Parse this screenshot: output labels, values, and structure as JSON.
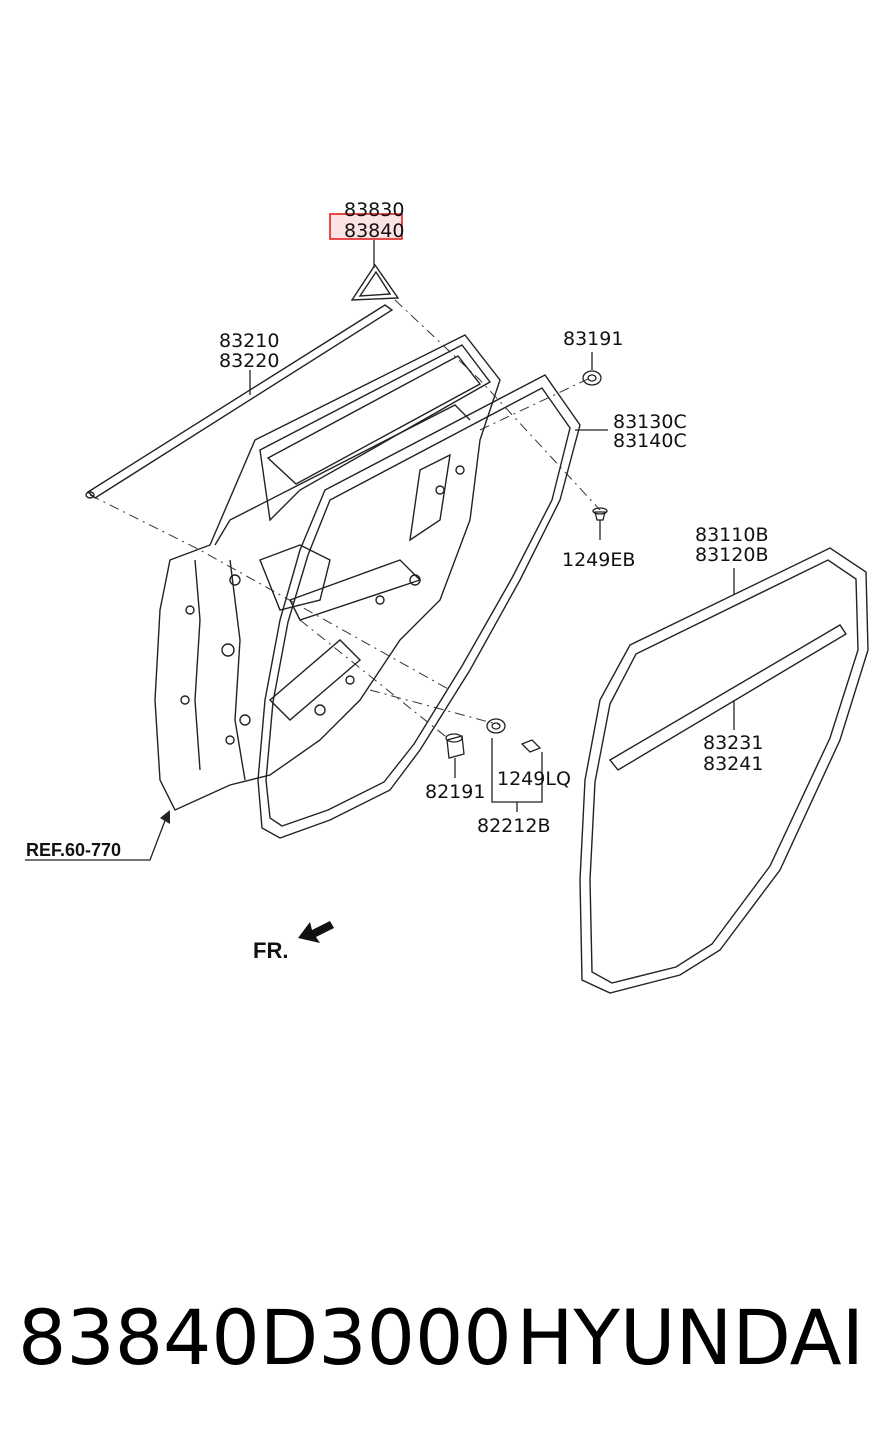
{
  "labels": {
    "p83830": "83830",
    "p83840": "83840",
    "p83210": "83210",
    "p83220": "83220",
    "p83191": "83191",
    "p83130c": "83130C",
    "p83140c": "83140C",
    "p1249eb": "1249EB",
    "p83110b": "83110B",
    "p83120b": "83120B",
    "p83231": "83231",
    "p83241": "83241",
    "p82191": "82191",
    "p1249lq": "1249LQ",
    "p82212b": "82212B",
    "ref": "REF.60-770",
    "front": "FR."
  },
  "highlight": {
    "part": "83840",
    "color": "#e02020"
  },
  "caption": {
    "part_number": "83840D3000",
    "brand": "HYUNDAI"
  }
}
